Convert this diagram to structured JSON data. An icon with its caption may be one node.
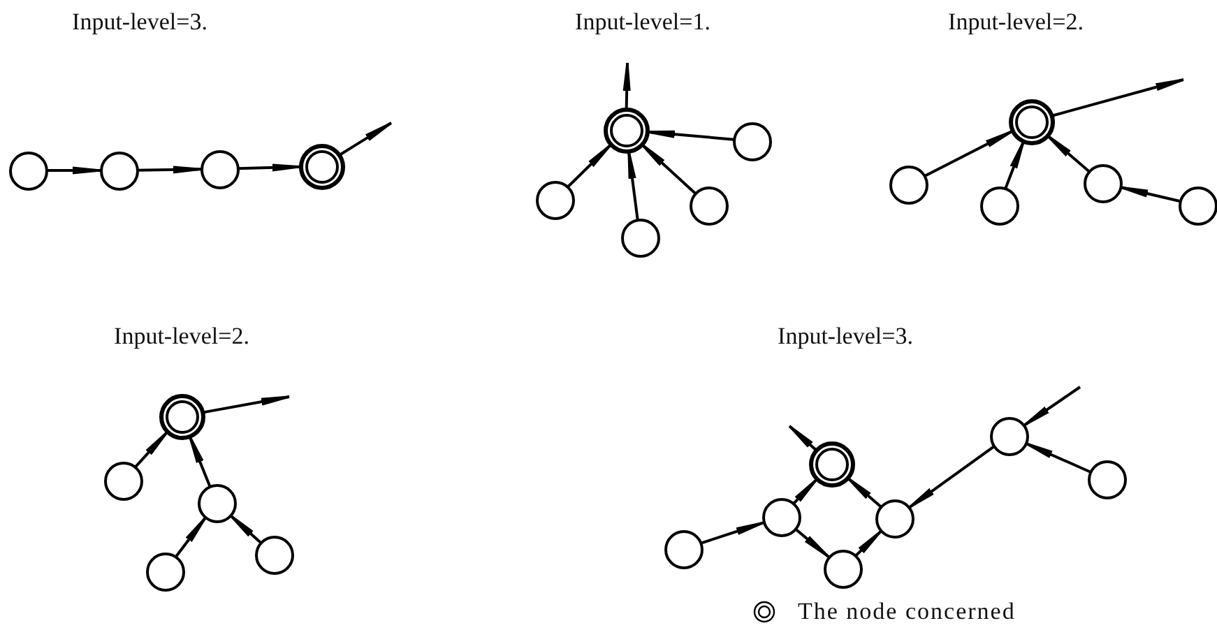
{
  "diagram": {
    "nodes": [
      {
        "text": [],
        "shape": "circle"
      },
      {
        "text": [],
        "shape": "circle"
      },
      {
        "text": [],
        "shape": "circle"
      },
      {
        "text": [],
        "shape": "double-circle"
      },
      {
        "text": [],
        "shape": "double-circle"
      },
      {
        "text": [],
        "shape": "circle"
      },
      {
        "text": [],
        "shape": "circle"
      },
      {
        "text": [],
        "shape": "circle"
      },
      {
        "text": [],
        "shape": "circle"
      },
      {
        "text": [],
        "shape": "double-circle"
      },
      {
        "text": [],
        "shape": "circle"
      },
      {
        "text": [],
        "shape": "circle"
      },
      {
        "text": [],
        "shape": "circle"
      },
      {
        "text": [],
        "shape": "circle"
      },
      {
        "text": [],
        "shape": "double-circle"
      },
      {
        "text": [],
        "shape": "circle"
      },
      {
        "text": [],
        "shape": "circle"
      },
      {
        "text": [],
        "shape": "circle"
      },
      {
        "text": [],
        "shape": "circle"
      },
      {
        "text": [],
        "shape": "circle"
      },
      {
        "text": [],
        "shape": "double-circle"
      },
      {
        "text": [],
        "shape": "circle"
      },
      {
        "text": [],
        "shape": "circle"
      },
      {
        "text": [],
        "shape": "circle"
      },
      {
        "text": [],
        "shape": "circle"
      },
      {
        "text": [],
        "shape": "circle"
      }
    ],
    "edges": [
      {
        "from": 0,
        "to": 1,
        "arrow": "to"
      },
      {
        "from": 1,
        "to": 2,
        "arrow": "to"
      },
      {
        "from": 2,
        "to": 3,
        "arrow": "to"
      },
      {
        "from": 3,
        "to": null,
        "arrow": "to"
      },
      {
        "from": 4,
        "to": null,
        "arrow": "to"
      },
      {
        "from": 5,
        "to": 4,
        "arrow": "to"
      },
      {
        "from": 6,
        "to": 4,
        "arrow": "to"
      },
      {
        "from": 7,
        "to": 4,
        "arrow": "to"
      },
      {
        "from": 8,
        "to": 4,
        "arrow": "to"
      },
      {
        "from": 9,
        "to": null,
        "arrow": "to"
      },
      {
        "from": 10,
        "to": 9,
        "arrow": "to"
      },
      {
        "from": 11,
        "to": 9,
        "arrow": "to"
      },
      {
        "from": 12,
        "to": 9,
        "arrow": "to"
      },
      {
        "from": 13,
        "to": 12,
        "arrow": "to"
      },
      {
        "from": 14,
        "to": null,
        "arrow": "to"
      },
      {
        "from": 15,
        "to": 14,
        "arrow": "to"
      },
      {
        "from": 16,
        "to": 14,
        "arrow": "to"
      },
      {
        "from": 17,
        "to": 16,
        "arrow": "to"
      },
      {
        "from": 18,
        "to": 16,
        "arrow": "to"
      },
      {
        "from": 20,
        "to": null,
        "arrow": "to"
      },
      {
        "from": 22,
        "to": 20,
        "arrow": "to"
      },
      {
        "from": 23,
        "to": 20,
        "arrow": "to"
      },
      {
        "from": 24,
        "to": 22,
        "arrow": "to"
      },
      {
        "from": 22,
        "to": 25,
        "arrow": "to"
      },
      {
        "from": 25,
        "to": 23,
        "arrow": "to"
      },
      {
        "from": 19,
        "to": 23,
        "arrow": "to"
      },
      {
        "from": 21,
        "to": 19,
        "arrow": "to"
      },
      {
        "from": null,
        "to": 19,
        "arrow": "to"
      }
    ],
    "labels": [
      "Input-level=3.",
      "Input-level=1.",
      "Input-level=2.",
      "Input-level=2.",
      "Input-level=3."
    ],
    "legend": [
      {
        "text": "The node concerned"
      }
    ]
  }
}
